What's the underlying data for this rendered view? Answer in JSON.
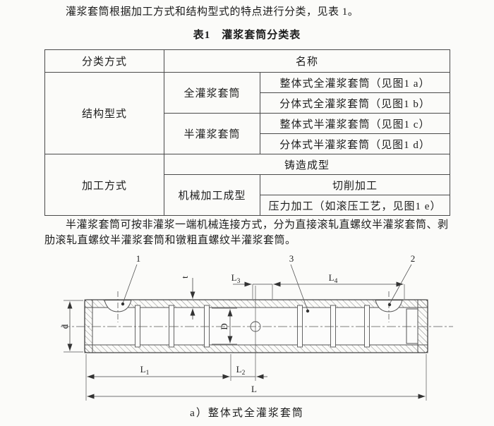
{
  "page": {
    "intro_paragraph": "灌浆套筒根据加工方式和结构型式的特点进行分类，见表 1。",
    "table_title": "表1　灌浆套筒分类表",
    "half_sleeve_paragraph": "半灌浆套筒可按非灌浆一端机械连接方式，分为直接滚轧直螺纹半灌浆套筒、剥肋滚轧直螺纹半灌浆套筒和镦粗直螺纹半灌浆套筒。"
  },
  "table": {
    "header": {
      "classification": "分类方式",
      "name": "名称"
    },
    "cells": {
      "structure_type": "结构型式",
      "full_grout": "全灌浆套筒",
      "full_integral": "整体式全灌浆套筒（见图1 a）",
      "full_split": "分体式全灌浆套筒（见图1 b）",
      "half_grout": "半灌浆套筒",
      "half_integral": "整体式半灌浆套筒（见图1 c）",
      "half_split": "分体式半灌浆套筒（见图1 d）",
      "process_type": "加工方式",
      "casting": "铸造成型",
      "machining": "机械加工成型",
      "cutting": "切削加工",
      "pressure": "压力加工（如滚压工艺，见图1 e）"
    }
  },
  "figure": {
    "callouts": {
      "c1": "1",
      "c2": "2",
      "c3": "3"
    },
    "dims": {
      "t": "t",
      "d": "d",
      "D": "D",
      "L": "L",
      "L1": {
        "base": "L",
        "sub": "1"
      },
      "L2": {
        "base": "L",
        "sub": "2"
      },
      "L3": {
        "base": "L",
        "sub": "3"
      },
      "L4": {
        "base": "L",
        "sub": "4"
      }
    },
    "caption": "a）整体式全灌浆套筒"
  }
}
